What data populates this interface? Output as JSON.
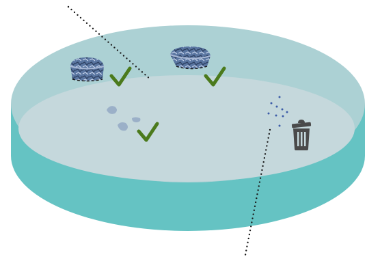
{
  "colors": {
    "dish_side": "#65c3c3",
    "dish_side_shade": "#58b6b6",
    "dish_rim_top": "#acd1d4",
    "dish_surface": "#c5d8dc",
    "check": "#4b7a1c",
    "trash": "#4a4a4a",
    "dots": "#1a1a1a",
    "particle": "#3d5da8",
    "smudge": "#9bb0c8",
    "organism_fill": "#4f6b95",
    "organism_light": "#a9b9d6"
  },
  "icons": {
    "check": "checkmark-icon",
    "trash": "trash-can-icon"
  },
  "items": [
    {
      "name": "large-organism-left",
      "status": "kept"
    },
    {
      "name": "large-organism-right",
      "status": "kept"
    },
    {
      "name": "small-fragments",
      "status": "kept"
    },
    {
      "name": "tiny-particles",
      "status": "discarded"
    }
  ]
}
